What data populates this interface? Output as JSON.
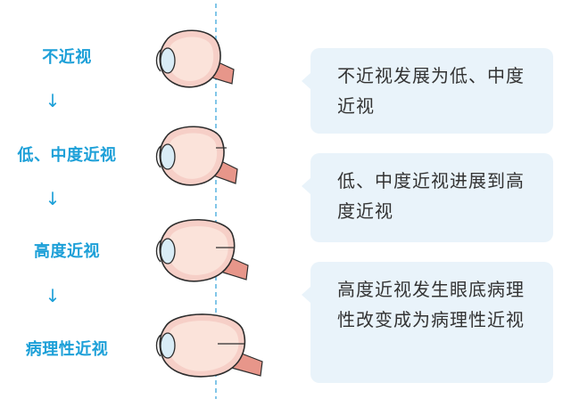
{
  "colors": {
    "label": "#1da0d8",
    "eye_outline": "#2d2d2d",
    "eye_fill": "#f6cfc7",
    "eye_inner": "#fbe3da",
    "lens": "#d9ecf6",
    "optic_nerve": "#e7968a",
    "dashed_line": "#3fa7dc",
    "bubble_bg": "#e9f3fa",
    "bubble_text": "#333333"
  },
  "stages": [
    {
      "label": "不近视"
    },
    {
      "label": "低、中度近视"
    },
    {
      "label": "高度近视"
    },
    {
      "label": "病理性近视"
    }
  ],
  "arrows": [
    "↓",
    "↓",
    "↓"
  ],
  "bubbles": [
    {
      "text": "不近视发展为低、中度近视"
    },
    {
      "text": "低、中度近视进展到高度近视"
    },
    {
      "text": "高度近视发生眼底病理性改变成为病理性近视"
    }
  ]
}
